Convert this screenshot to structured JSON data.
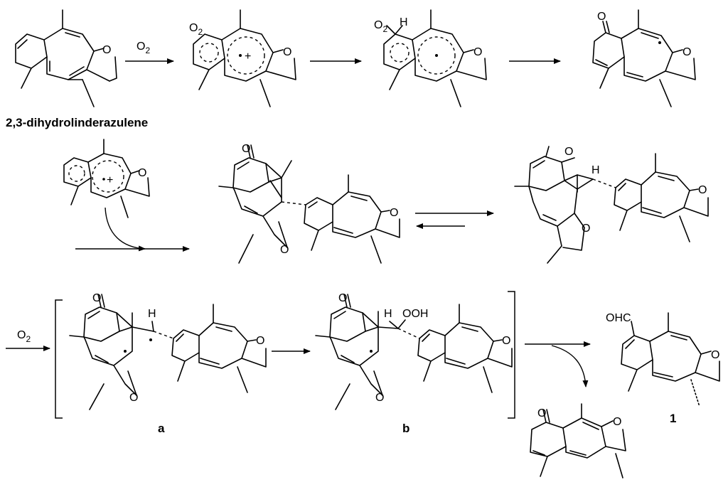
{
  "compound_name": "2,3-dihydrolinderazulene",
  "reagent_o2": "O2",
  "intermediate_a": "a",
  "intermediate_b": "b",
  "product_1": "1",
  "atoms": {
    "O": "O",
    "H": "H",
    "OOH": "OOH",
    "OHC": "OHC",
    "plus": "+"
  }
}
